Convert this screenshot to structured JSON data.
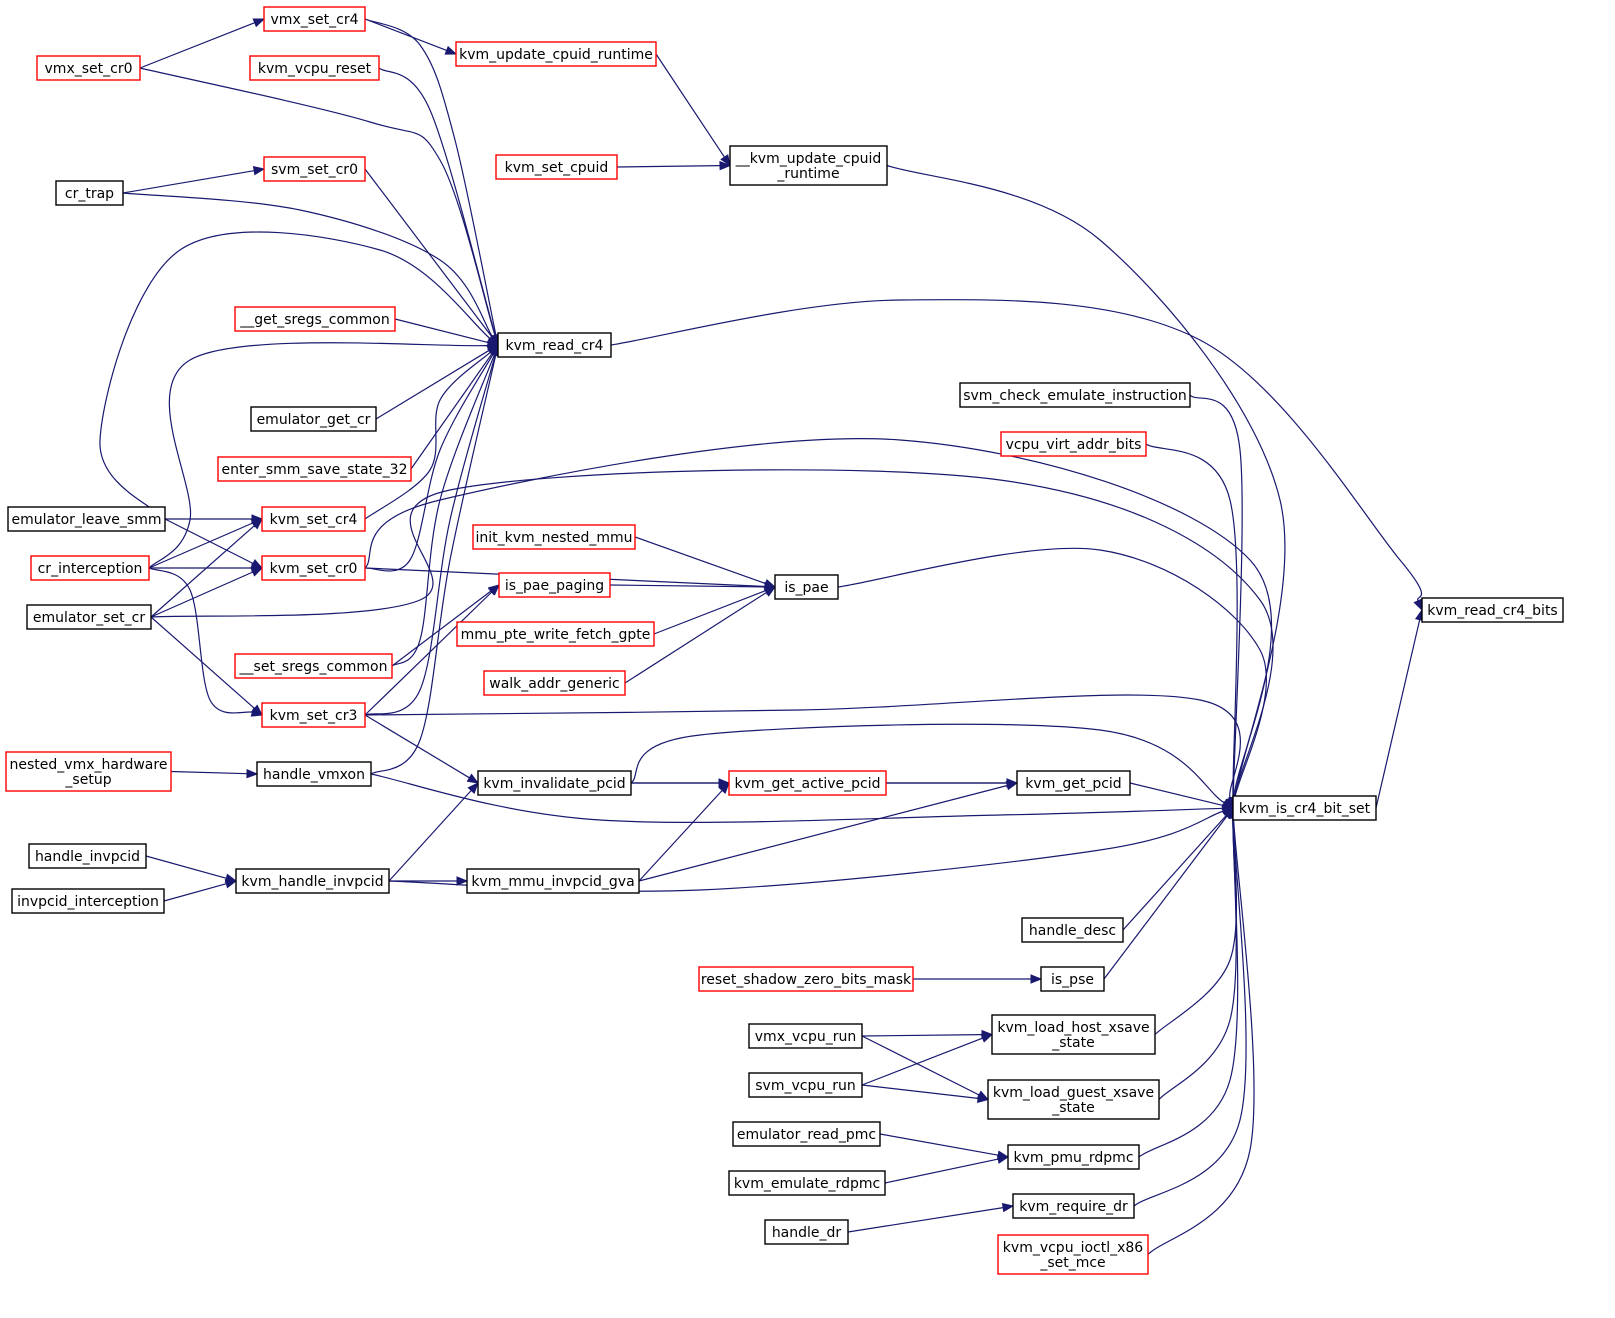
{
  "graph": {
    "colors": {
      "edge": "#191970",
      "node_fill": "#ffffff",
      "node_fill_root": "#bfbfbf",
      "border_normal": "#000000",
      "border_truncated": "#ff0000"
    },
    "nodes": [
      {
        "id": "vmx_set_cr4",
        "lines": [
          "vmx_set_cr4"
        ],
        "style": "red"
      },
      {
        "id": "vmx_set_cr0",
        "lines": [
          "vmx_set_cr0"
        ],
        "style": "red"
      },
      {
        "id": "kvm_vcpu_reset",
        "lines": [
          "kvm_vcpu_reset"
        ],
        "style": "red"
      },
      {
        "id": "kvm_update_cpuid_runtime",
        "lines": [
          "kvm_update_cpuid_runtime"
        ],
        "style": "red"
      },
      {
        "id": "svm_set_cr0",
        "lines": [
          "svm_set_cr0"
        ],
        "style": "red"
      },
      {
        "id": "kvm_set_cpuid",
        "lines": [
          "kvm_set_cpuid"
        ],
        "style": "red"
      },
      {
        "id": "__kvm_update_cpuid_runtime",
        "lines": [
          "__kvm_update_cpuid",
          "_runtime"
        ],
        "style": "black"
      },
      {
        "id": "cr_trap",
        "lines": [
          "cr_trap"
        ],
        "style": "black"
      },
      {
        "id": "__get_sregs_common",
        "lines": [
          "__get_sregs_common"
        ],
        "style": "red"
      },
      {
        "id": "kvm_read_cr4",
        "lines": [
          "kvm_read_cr4"
        ],
        "style": "black"
      },
      {
        "id": "svm_check_emulate_instruction",
        "lines": [
          "svm_check_emulate_instruction"
        ],
        "style": "black"
      },
      {
        "id": "emulator_get_cr",
        "lines": [
          "emulator_get_cr"
        ],
        "style": "black"
      },
      {
        "id": "vcpu_virt_addr_bits",
        "lines": [
          "vcpu_virt_addr_bits"
        ],
        "style": "red"
      },
      {
        "id": "enter_smm_save_state_32",
        "lines": [
          "enter_smm_save_state_32"
        ],
        "style": "red"
      },
      {
        "id": "emulator_leave_smm",
        "lines": [
          "emulator_leave_smm"
        ],
        "style": "black"
      },
      {
        "id": "kvm_set_cr4",
        "lines": [
          "kvm_set_cr4"
        ],
        "style": "red"
      },
      {
        "id": "init_kvm_nested_mmu",
        "lines": [
          "init_kvm_nested_mmu"
        ],
        "style": "red"
      },
      {
        "id": "cr_interception",
        "lines": [
          "cr_interception"
        ],
        "style": "red"
      },
      {
        "id": "kvm_set_cr0",
        "lines": [
          "kvm_set_cr0"
        ],
        "style": "red"
      },
      {
        "id": "is_pae_paging",
        "lines": [
          "is_pae_paging"
        ],
        "style": "red"
      },
      {
        "id": "is_pae",
        "lines": [
          "is_pae"
        ],
        "style": "black"
      },
      {
        "id": "kvm_read_cr4_bits",
        "lines": [
          "kvm_read_cr4_bits"
        ],
        "style": "root"
      },
      {
        "id": "emulator_set_cr",
        "lines": [
          "emulator_set_cr"
        ],
        "style": "black"
      },
      {
        "id": "mmu_pte_write_fetch_gpte",
        "lines": [
          "mmu_pte_write_fetch_gpte"
        ],
        "style": "red"
      },
      {
        "id": "__set_sregs_common",
        "lines": [
          "__set_sregs_common"
        ],
        "style": "red"
      },
      {
        "id": "walk_addr_generic",
        "lines": [
          "walk_addr_generic"
        ],
        "style": "red"
      },
      {
        "id": "kvm_set_cr3",
        "lines": [
          "kvm_set_cr3"
        ],
        "style": "red"
      },
      {
        "id": "nested_vmx_hardware_setup",
        "lines": [
          "nested_vmx_hardware",
          "_setup"
        ],
        "style": "red"
      },
      {
        "id": "handle_vmxon",
        "lines": [
          "handle_vmxon"
        ],
        "style": "black"
      },
      {
        "id": "kvm_invalidate_pcid",
        "lines": [
          "kvm_invalidate_pcid"
        ],
        "style": "black"
      },
      {
        "id": "kvm_get_active_pcid",
        "lines": [
          "kvm_get_active_pcid"
        ],
        "style": "red"
      },
      {
        "id": "kvm_get_pcid",
        "lines": [
          "kvm_get_pcid"
        ],
        "style": "black"
      },
      {
        "id": "kvm_is_cr4_bit_set",
        "lines": [
          "kvm_is_cr4_bit_set"
        ],
        "style": "black"
      },
      {
        "id": "handle_invpcid",
        "lines": [
          "handle_invpcid"
        ],
        "style": "black"
      },
      {
        "id": "kvm_handle_invpcid",
        "lines": [
          "kvm_handle_invpcid"
        ],
        "style": "black"
      },
      {
        "id": "kvm_mmu_invpcid_gva",
        "lines": [
          "kvm_mmu_invpcid_gva"
        ],
        "style": "black"
      },
      {
        "id": "invpcid_interception",
        "lines": [
          "invpcid_interception"
        ],
        "style": "black"
      },
      {
        "id": "handle_desc",
        "lines": [
          "handle_desc"
        ],
        "style": "black"
      },
      {
        "id": "reset_shadow_zero_bits_mask",
        "lines": [
          "reset_shadow_zero_bits_mask"
        ],
        "style": "red"
      },
      {
        "id": "is_pse",
        "lines": [
          "is_pse"
        ],
        "style": "black"
      },
      {
        "id": "vmx_vcpu_run",
        "lines": [
          "vmx_vcpu_run"
        ],
        "style": "black"
      },
      {
        "id": "kvm_load_host_xsave_state",
        "lines": [
          "kvm_load_host_xsave",
          "_state"
        ],
        "style": "black"
      },
      {
        "id": "svm_vcpu_run",
        "lines": [
          "svm_vcpu_run"
        ],
        "style": "black"
      },
      {
        "id": "kvm_load_guest_xsave_state",
        "lines": [
          "kvm_load_guest_xsave",
          "_state"
        ],
        "style": "black"
      },
      {
        "id": "emulator_read_pmc",
        "lines": [
          "emulator_read_pmc"
        ],
        "style": "black"
      },
      {
        "id": "kvm_pmu_rdpmc",
        "lines": [
          "kvm_pmu_rdpmc"
        ],
        "style": "black"
      },
      {
        "id": "kvm_emulate_rdpmc",
        "lines": [
          "kvm_emulate_rdpmc"
        ],
        "style": "black"
      },
      {
        "id": "kvm_require_dr",
        "lines": [
          "kvm_require_dr"
        ],
        "style": "black"
      },
      {
        "id": "handle_dr",
        "lines": [
          "handle_dr"
        ],
        "style": "black"
      },
      {
        "id": "kvm_vcpu_ioctl_x86_set_mce",
        "lines": [
          "kvm_vcpu_ioctl_x86",
          "_set_mce"
        ],
        "style": "red"
      }
    ],
    "edges": [
      {
        "from": "vmx_set_cr0",
        "to": "vmx_set_cr4"
      },
      {
        "from": "vmx_set_cr4",
        "to": "kvm_update_cpuid_runtime"
      },
      {
        "from": "kvm_update_cpuid_runtime",
        "to": "__kvm_update_cpuid_runtime"
      },
      {
        "from": "kvm_set_cpuid",
        "to": "__kvm_update_cpuid_runtime"
      },
      {
        "from": "cr_trap",
        "to": "svm_set_cr0"
      },
      {
        "from": "vmx_set_cr4",
        "to": "kvm_read_cr4"
      },
      {
        "from": "vmx_set_cr0",
        "to": "kvm_read_cr4"
      },
      {
        "from": "kvm_vcpu_reset",
        "to": "kvm_read_cr4"
      },
      {
        "from": "svm_set_cr0",
        "to": "kvm_read_cr4"
      },
      {
        "from": "cr_trap",
        "to": "kvm_read_cr4"
      },
      {
        "from": "emulator_leave_smm",
        "to": "kvm_read_cr4"
      },
      {
        "from": "__get_sregs_common",
        "to": "kvm_read_cr4"
      },
      {
        "from": "cr_interception",
        "to": "kvm_read_cr4"
      },
      {
        "from": "emulator_get_cr",
        "to": "kvm_read_cr4"
      },
      {
        "from": "enter_smm_save_state_32",
        "to": "kvm_read_cr4"
      },
      {
        "from": "kvm_set_cr4",
        "to": "kvm_read_cr4"
      },
      {
        "from": "kvm_set_cr0",
        "to": "kvm_read_cr4"
      },
      {
        "from": "__set_sregs_common",
        "to": "kvm_read_cr4"
      },
      {
        "from": "kvm_set_cr3",
        "to": "kvm_read_cr4"
      },
      {
        "from": "handle_vmxon",
        "to": "kvm_read_cr4"
      },
      {
        "from": "emulator_leave_smm",
        "to": "kvm_set_cr4"
      },
      {
        "from": "cr_interception",
        "to": "kvm_set_cr4"
      },
      {
        "from": "emulator_set_cr",
        "to": "kvm_set_cr4"
      },
      {
        "from": "emulator_leave_smm",
        "to": "kvm_set_cr0"
      },
      {
        "from": "cr_interception",
        "to": "kvm_set_cr0"
      },
      {
        "from": "emulator_set_cr",
        "to": "kvm_set_cr0"
      },
      {
        "from": "init_kvm_nested_mmu",
        "to": "is_pae"
      },
      {
        "from": "kvm_set_cr0",
        "to": "is_pae"
      },
      {
        "from": "is_pae_paging",
        "to": "is_pae"
      },
      {
        "from": "mmu_pte_write_fetch_gpte",
        "to": "is_pae"
      },
      {
        "from": "walk_addr_generic",
        "to": "is_pae"
      },
      {
        "from": "__set_sregs_common",
        "to": "is_pae_paging"
      },
      {
        "from": "kvm_set_cr3",
        "to": "is_pae_paging"
      },
      {
        "from": "cr_interception",
        "to": "kvm_set_cr3"
      },
      {
        "from": "emulator_set_cr",
        "to": "kvm_set_cr3"
      },
      {
        "from": "kvm_set_cr3",
        "to": "kvm_invalidate_pcid"
      },
      {
        "from": "kvm_handle_invpcid",
        "to": "kvm_invalidate_pcid"
      },
      {
        "from": "nested_vmx_hardware_setup",
        "to": "handle_vmxon"
      },
      {
        "from": "kvm_invalidate_pcid",
        "to": "kvm_get_active_pcid"
      },
      {
        "from": "kvm_mmu_invpcid_gva",
        "to": "kvm_get_active_pcid"
      },
      {
        "from": "kvm_get_active_pcid",
        "to": "kvm_get_pcid"
      },
      {
        "from": "kvm_invalidate_pcid",
        "to": "kvm_get_pcid"
      },
      {
        "from": "kvm_mmu_invpcid_gva",
        "to": "kvm_get_pcid"
      },
      {
        "from": "handle_invpcid",
        "to": "kvm_handle_invpcid"
      },
      {
        "from": "invpcid_interception",
        "to": "kvm_handle_invpcid"
      },
      {
        "from": "kvm_handle_invpcid",
        "to": "kvm_mmu_invpcid_gva"
      },
      {
        "from": "reset_shadow_zero_bits_mask",
        "to": "is_pse"
      },
      {
        "from": "vmx_vcpu_run",
        "to": "kvm_load_host_xsave_state"
      },
      {
        "from": "svm_vcpu_run",
        "to": "kvm_load_host_xsave_state"
      },
      {
        "from": "vmx_vcpu_run",
        "to": "kvm_load_guest_xsave_state"
      },
      {
        "from": "svm_vcpu_run",
        "to": "kvm_load_guest_xsave_state"
      },
      {
        "from": "emulator_read_pmc",
        "to": "kvm_pmu_rdpmc"
      },
      {
        "from": "kvm_emulate_rdpmc",
        "to": "kvm_pmu_rdpmc"
      },
      {
        "from": "handle_dr",
        "to": "kvm_require_dr"
      },
      {
        "from": "kvm_read_cr4",
        "to": "kvm_read_cr4_bits"
      },
      {
        "from": "kvm_is_cr4_bit_set",
        "to": "kvm_read_cr4_bits"
      },
      {
        "from": "__kvm_update_cpuid_runtime",
        "to": "kvm_is_cr4_bit_set"
      },
      {
        "from": "svm_check_emulate_instruction",
        "to": "kvm_is_cr4_bit_set"
      },
      {
        "from": "vcpu_virt_addr_bits",
        "to": "kvm_is_cr4_bit_set"
      },
      {
        "from": "kvm_set_cr0",
        "to": "kvm_is_cr4_bit_set"
      },
      {
        "from": "emulator_set_cr",
        "to": "kvm_is_cr4_bit_set"
      },
      {
        "from": "is_pae",
        "to": "kvm_is_cr4_bit_set"
      },
      {
        "from": "kvm_set_cr3",
        "to": "kvm_is_cr4_bit_set"
      },
      {
        "from": "kvm_invalidate_pcid",
        "to": "kvm_is_cr4_bit_set"
      },
      {
        "from": "kvm_get_pcid",
        "to": "kvm_is_cr4_bit_set"
      },
      {
        "from": "handle_vmxon",
        "to": "kvm_is_cr4_bit_set"
      },
      {
        "from": "kvm_handle_invpcid",
        "to": "kvm_is_cr4_bit_set"
      },
      {
        "from": "handle_desc",
        "to": "kvm_is_cr4_bit_set"
      },
      {
        "from": "is_pse",
        "to": "kvm_is_cr4_bit_set"
      },
      {
        "from": "kvm_load_host_xsave_state",
        "to": "kvm_is_cr4_bit_set"
      },
      {
        "from": "kvm_load_guest_xsave_state",
        "to": "kvm_is_cr4_bit_set"
      },
      {
        "from": "kvm_pmu_rdpmc",
        "to": "kvm_is_cr4_bit_set"
      },
      {
        "from": "kvm_require_dr",
        "to": "kvm_is_cr4_bit_set"
      },
      {
        "from": "kvm_vcpu_ioctl_x86_set_mce",
        "to": "kvm_is_cr4_bit_set"
      }
    ]
  }
}
